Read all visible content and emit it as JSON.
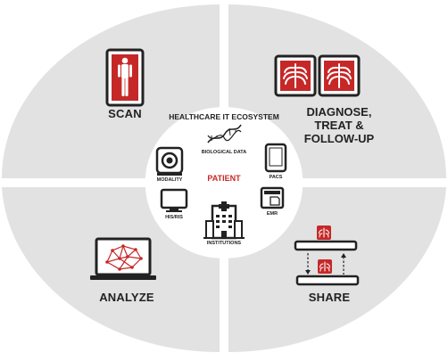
{
  "diagram": {
    "center_title": "HEALTHCARE IT ECOSYSTEM",
    "center_label": "PATIENT",
    "hub_items": [
      {
        "key": "biological_data",
        "label": "BIOLOGICAL DATA",
        "icon": "dna-helix-icon"
      },
      {
        "key": "modality",
        "label": "MODALITY",
        "icon": "scanner-icon"
      },
      {
        "key": "pacs",
        "label": "PACS",
        "icon": "tablet-icon"
      },
      {
        "key": "his_ris",
        "label": "HIS/RIS",
        "icon": "monitor-icon"
      },
      {
        "key": "emr",
        "label": "EMR",
        "icon": "document-icon"
      },
      {
        "key": "institutions",
        "label": "INSTITUTIONS",
        "icon": "hospital-icon"
      }
    ],
    "quadrants": [
      {
        "key": "scan",
        "label": "SCAN",
        "icon": "body-tablet-icon"
      },
      {
        "key": "diagnose",
        "label": "DIAGNOSE,\nTREAT &\nFOLLOW-UP",
        "icon": "ribcage-tablets-icon"
      },
      {
        "key": "analyze",
        "label": "ANALYZE",
        "icon": "network-monitor-icon"
      },
      {
        "key": "share",
        "label": "SHARE",
        "icon": "share-exchange-icon"
      }
    ],
    "colors": {
      "ring": "#e2e2e2",
      "accent": "#c62828",
      "ink": "#222222",
      "background": "#ffffff"
    }
  }
}
